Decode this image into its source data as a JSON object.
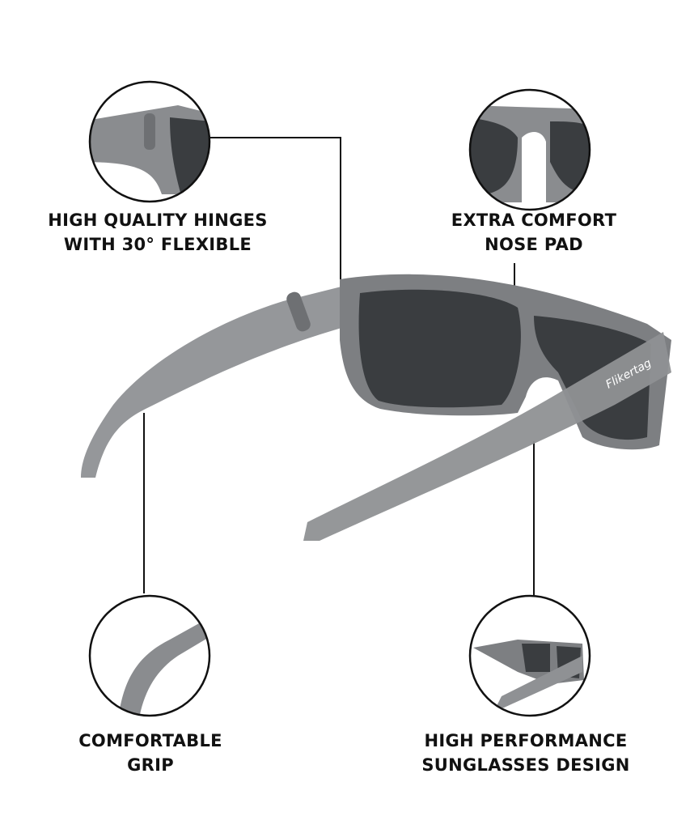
{
  "brand": "Flikertag",
  "features": [
    {
      "line1": "HIGH QUALITY HINGES",
      "line2": "WITH 30° FLEXIBLE",
      "detail": "hinge"
    },
    {
      "line1": "EXTRA COMFORT",
      "line2": "NOSE PAD",
      "detail": "nose-pad"
    },
    {
      "line1": "COMFORTABLE",
      "line2": "GRIP",
      "detail": "temple-grip"
    },
    {
      "line1": "HIGH PERFORMANCE",
      "line2": "SUNGLASSES DESIGN",
      "detail": "full-glasses"
    }
  ],
  "colors": {
    "frame": "#8a8c8f",
    "lens": "#3a3d40",
    "line": "#111111"
  }
}
